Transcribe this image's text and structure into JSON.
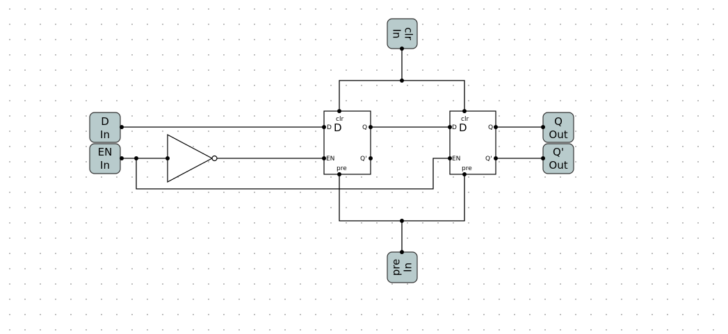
{
  "io_blocks": {
    "d_in": {
      "name": "D",
      "kind": "In"
    },
    "en_in": {
      "name": "EN",
      "kind": "In"
    },
    "clr_in": {
      "name": "clr",
      "kind": "In"
    },
    "pre_in": {
      "name": "pre",
      "kind": "In"
    },
    "q_out": {
      "name": "Q",
      "kind": "Out"
    },
    "qbar_out": {
      "name": "Q'",
      "kind": "Out"
    }
  },
  "flip_flops": [
    {
      "symbol": "D",
      "pins": {
        "clr": "clr",
        "d": "D",
        "q": "Q",
        "en": "EN",
        "qbar": "Q'",
        "pre": "pre"
      }
    },
    {
      "symbol": "D",
      "pins": {
        "clr": "clr",
        "d": "D",
        "q": "Q",
        "en": "EN",
        "qbar": "Q'",
        "pre": "pre"
      }
    }
  ],
  "colors": {
    "io_fill": "#b8cbcc",
    "io_stroke": "#333333",
    "wire": "#000000",
    "grid_dot": "#b4b4b4"
  }
}
